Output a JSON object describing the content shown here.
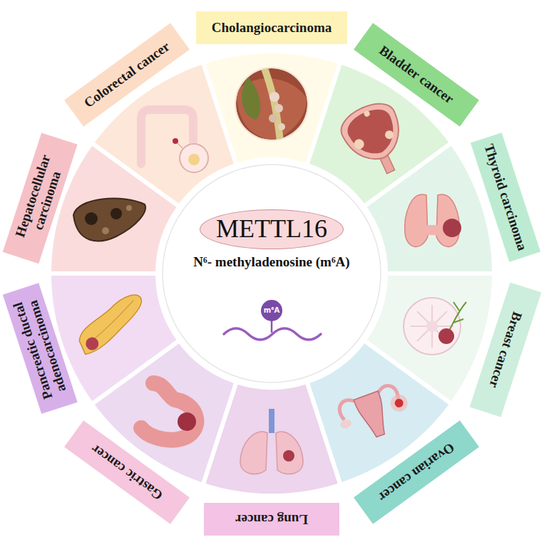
{
  "diagram": {
    "nodes": [
      {
        "text": [
          "N⁶- methyladenosine (m⁶A)"
        ]
      },
      {
        "text": [
          "METTL16"
        ],
        "in": 0
      },
      {
        "text": [
          "m⁶A"
        ],
        "in": 0
      },
      {
        "text": [
          "Cholangiocarcinoma"
        ]
      },
      {
        "text": [
          "Bladder cancer"
        ]
      },
      {
        "text": [
          "Thyroid carcinoma"
        ]
      },
      {
        "text": [
          "Breast cancer"
        ]
      },
      {
        "text": [
          "Ovarian cancer"
        ]
      },
      {
        "text": [
          "Lung cancer"
        ]
      },
      {
        "text": [
          "Gastric cancer"
        ]
      },
      {
        "text": [
          "Pancreatic ductal adenocarcinoma"
        ]
      },
      {
        "text": [
          "Hepatocellular carcinoma"
        ]
      },
      {
        "text": [
          "Colorectal cancer"
        ]
      }
    ]
  }
}
